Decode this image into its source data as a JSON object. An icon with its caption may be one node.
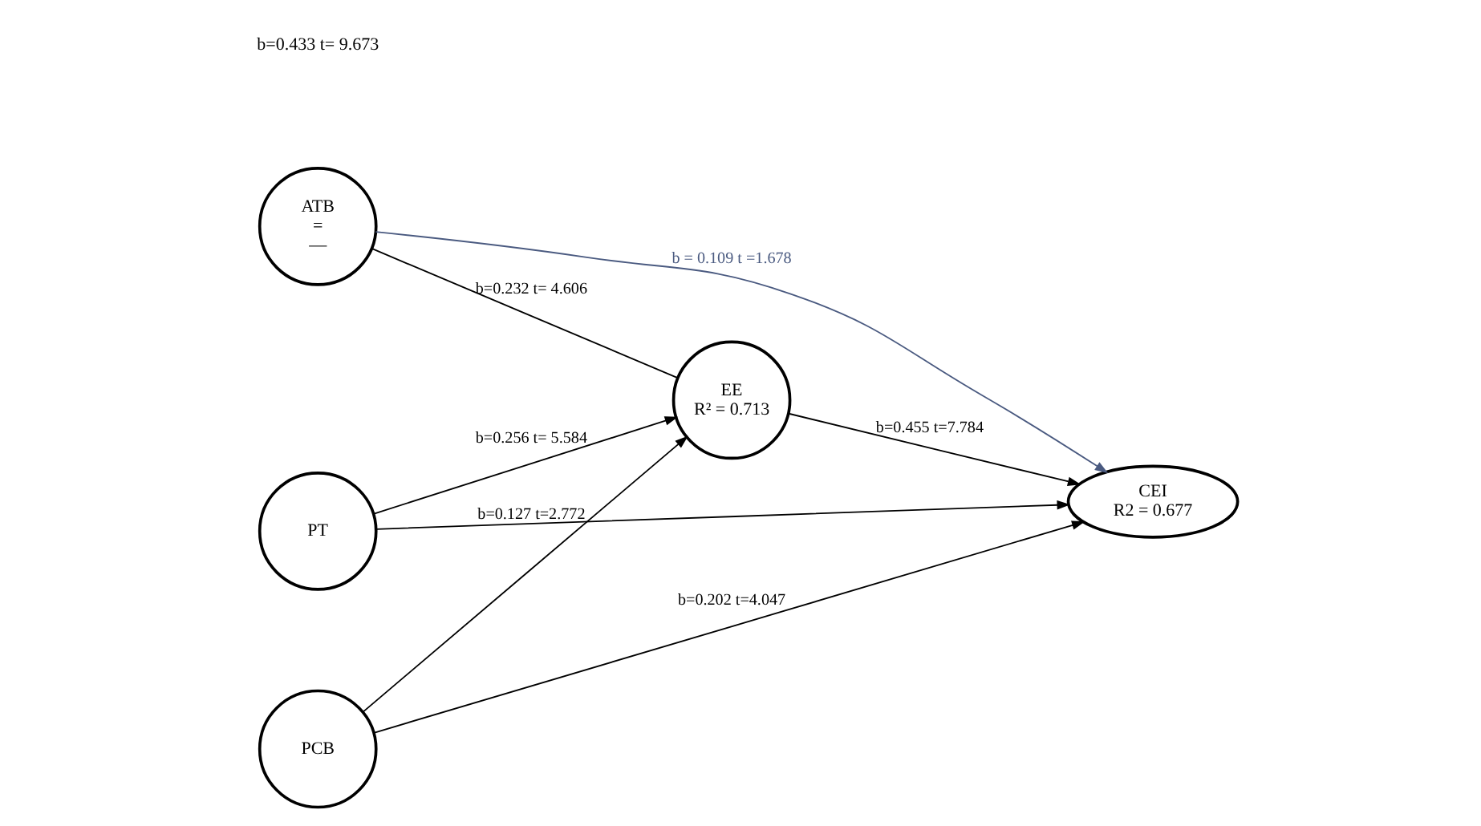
{
  "diagram": {
    "nodes": [
      {
        "text": [
          "ATB",
          "=",
          "—"
        ]
      },
      {
        "text": [
          "PT"
        ]
      },
      {
        "text": [
          "PCB"
        ]
      },
      {
        "text": [
          "EE",
          "R² = 0.713"
        ]
      },
      {
        "text": [
          "CEI",
          "R2 = 0.677"
        ]
      }
    ],
    "edges": [
      {
        "from": 0,
        "to": 4,
        "arrow": "to",
        "label": "b = 0.109 t =1.678",
        "color": "#4a5a80"
      },
      {
        "from": 0,
        "to": 3,
        "arrow": "none",
        "label": "b=0.232 t= 4.606"
      },
      {
        "from": 1,
        "to": 3,
        "arrow": "to",
        "label": "b=0.256 t= 5.584"
      },
      {
        "from": 2,
        "to": 3,
        "arrow": "to",
        "label": "b=0.127 t=2.772"
      },
      {
        "from": 3,
        "to": 4,
        "arrow": "to",
        "label": "b=0.455 t=7.784"
      },
      {
        "from": 2,
        "to": 4,
        "arrow": "to",
        "label": "b=0.202 t=4.047"
      },
      {
        "from": 1,
        "to": 4,
        "arrow": "to"
      }
    ],
    "labels": [
      "b=0.433 t= 9.673"
    ]
  }
}
